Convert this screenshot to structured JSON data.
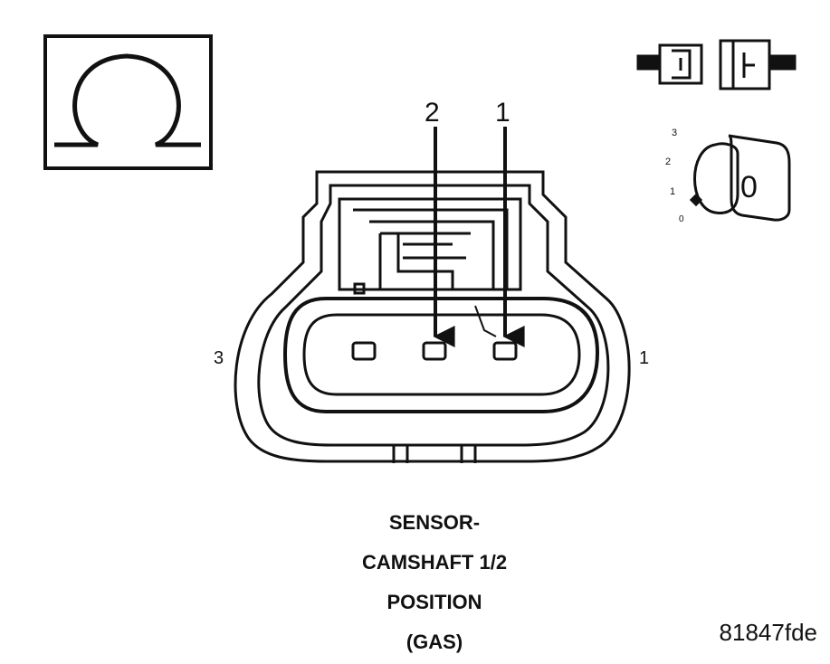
{
  "connector": {
    "cavity_labels": {
      "left": "3",
      "right": "1"
    },
    "probe_labels": [
      "2",
      "1"
    ]
  },
  "ignition_scale": [
    "3",
    "2",
    "1",
    "0"
  ],
  "key_label": "0",
  "caption": [
    "SENSOR-",
    "CAMSHAFT 1/2",
    "POSITION",
    "(GAS)"
  ],
  "figure_ref": "81847fde"
}
